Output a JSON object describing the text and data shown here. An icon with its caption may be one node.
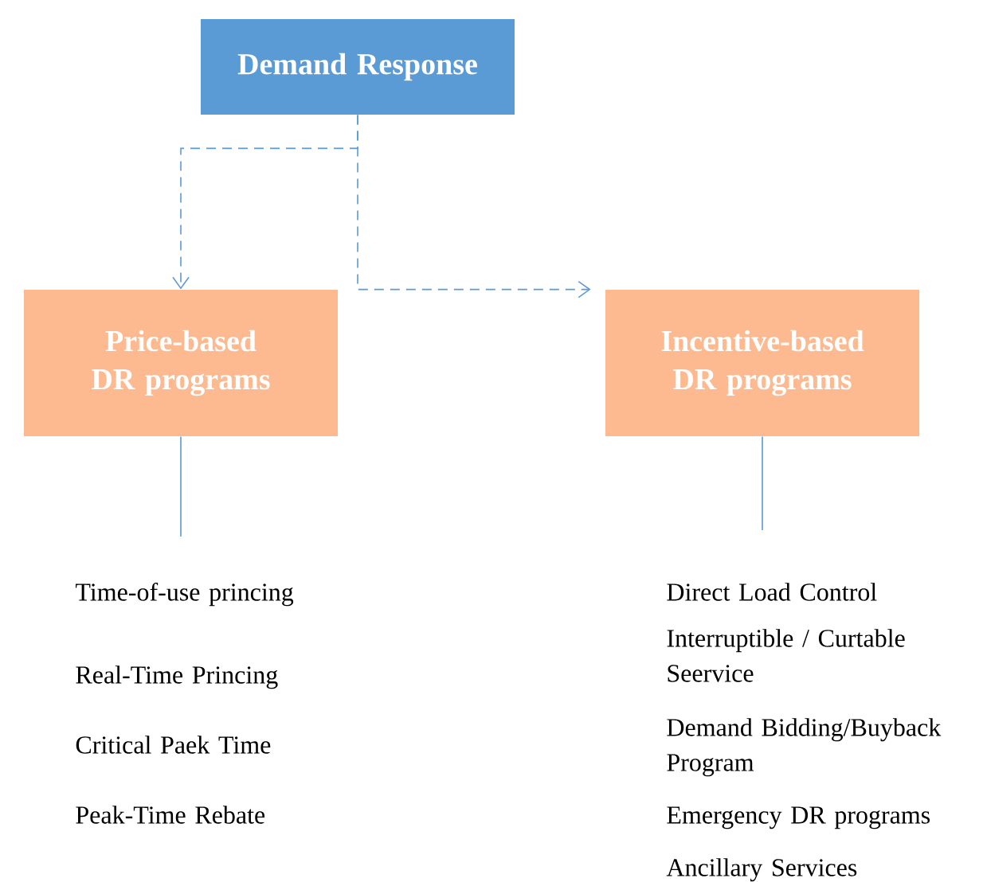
{
  "diagram": {
    "nodes": [
      {
        "text": [
          "Demand Response"
        ]
      },
      {
        "text": [
          "Price-based DR programs"
        ]
      },
      {
        "text": [
          "Incentive-based DR programs"
        ]
      },
      {
        "text": [
          "Time-of-use princing",
          "Real-Time Princing",
          "Critical Paek Time",
          "Peak-Time Rebate"
        ]
      },
      {
        "text": [
          "Direct Load Control",
          "Interruptible / Curtable Seervice",
          "Demand Bidding/Buyback Program",
          "Emergency DR programs",
          "Ancillary Services"
        ]
      }
    ],
    "edges": [
      {
        "from": 0,
        "to": 1,
        "arrow": "to",
        "style": "dashed"
      },
      {
        "from": 0,
        "to": 2,
        "arrow": "to",
        "style": "dashed"
      },
      {
        "from": 1,
        "to": 3,
        "arrow": "none"
      },
      {
        "from": 2,
        "to": 4,
        "arrow": "none"
      }
    ]
  }
}
